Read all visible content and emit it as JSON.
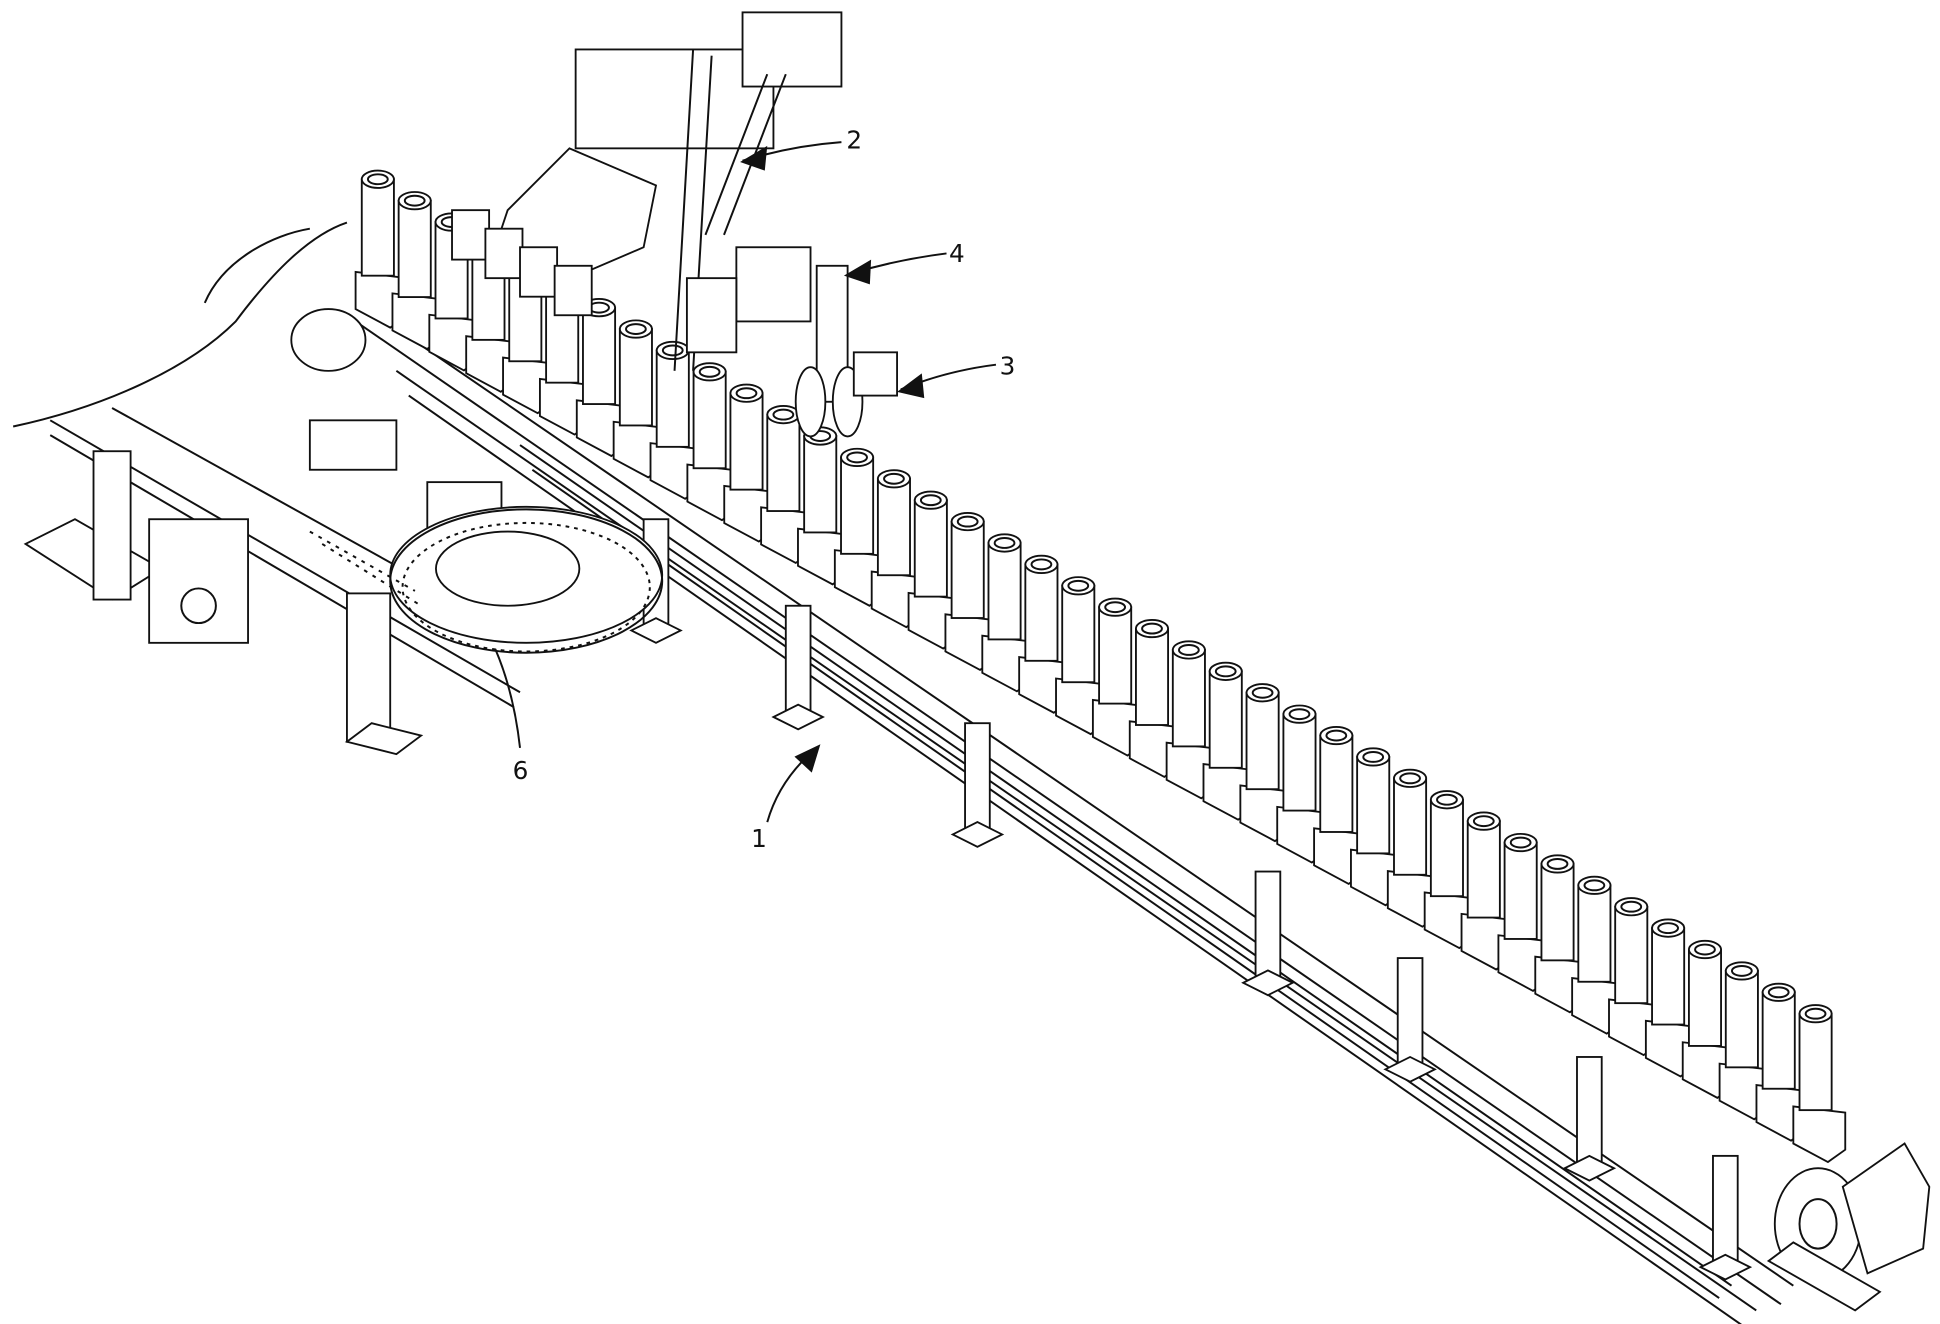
{
  "diagram": {
    "type": "patent-drawing",
    "labels": [
      {
        "id": "1",
        "text": "1"
      },
      {
        "id": "2",
        "text": "2"
      },
      {
        "id": "3",
        "text": "3"
      },
      {
        "id": "4",
        "text": "4"
      },
      {
        "id": "6",
        "text": "6"
      }
    ]
  }
}
